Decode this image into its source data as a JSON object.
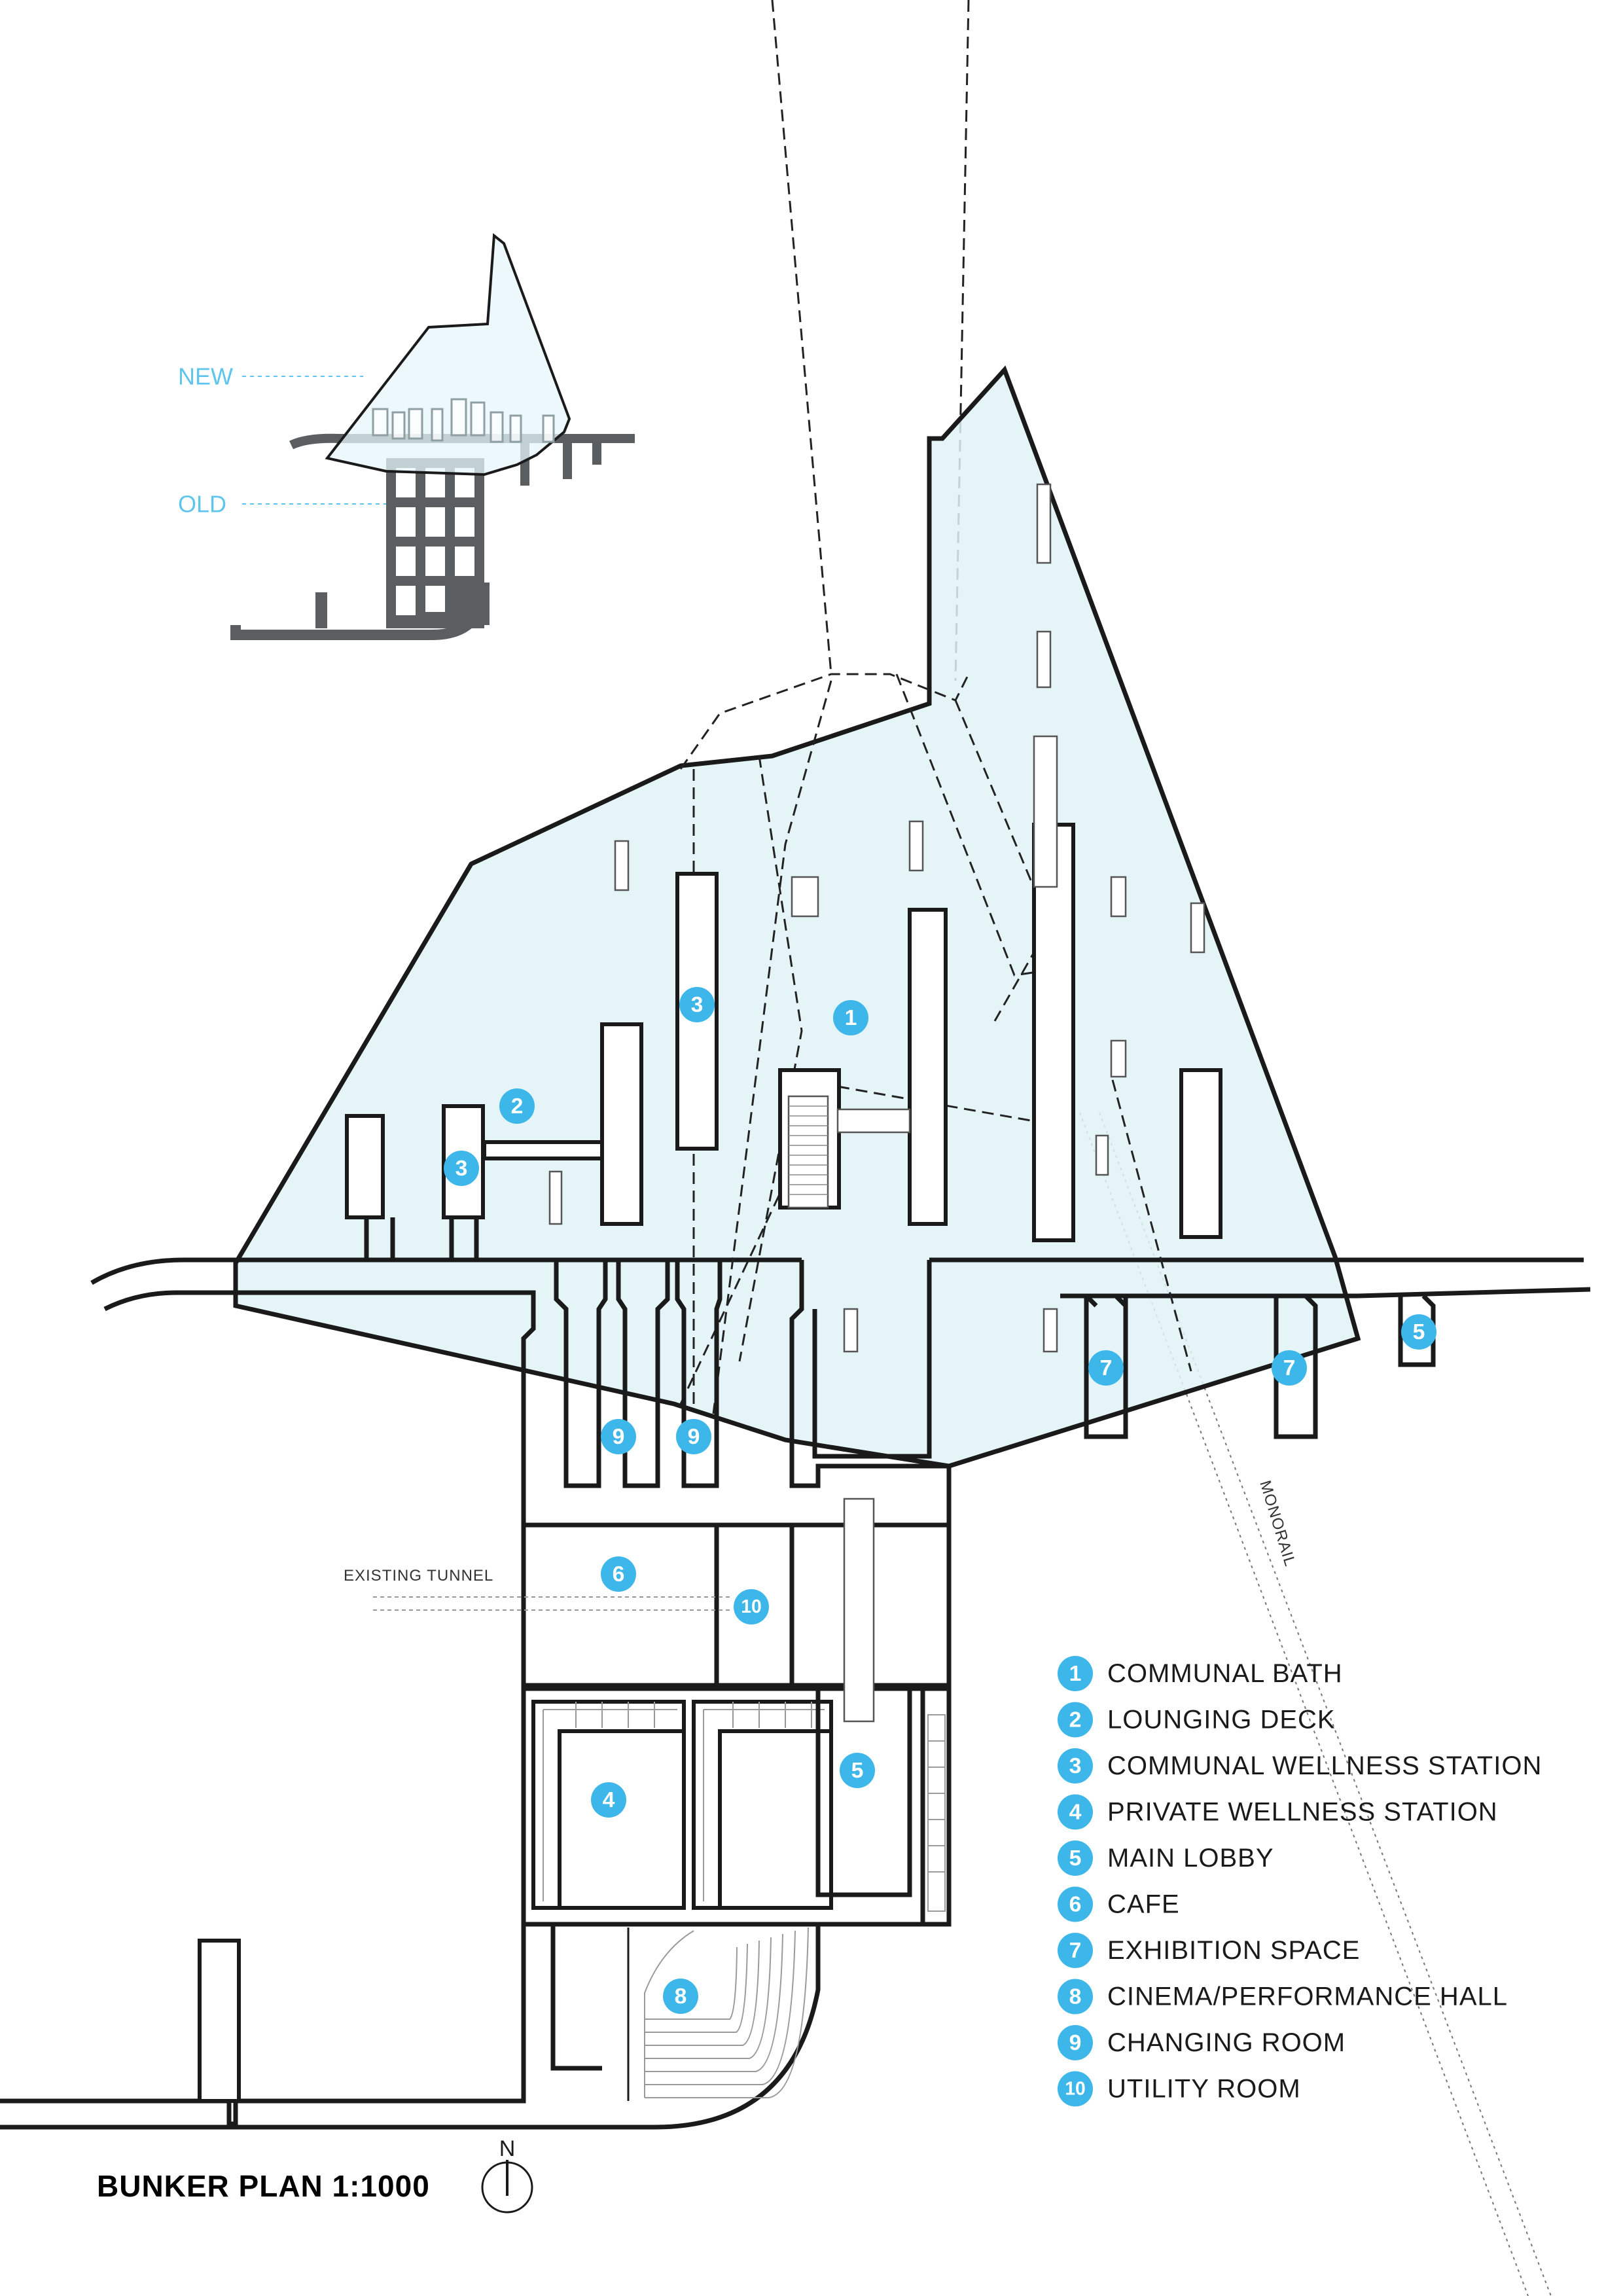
{
  "inset": {
    "new_label": "NEW",
    "old_label": "OLD"
  },
  "tunnel_label": "EXISTING TUNNEL",
  "monorail_label": "MONORAIL",
  "title": "BUNKER PLAN  1:1000",
  "north_label": "N",
  "colors": {
    "accent": "#3db6e9",
    "glass": "#dff2f6",
    "line": "#1a1a1a"
  },
  "plan_tags": [
    "1",
    "2",
    "3",
    "3",
    "5",
    "5",
    "6",
    "7",
    "7",
    "9",
    "9",
    "10",
    "4",
    "8"
  ],
  "legend": [
    {
      "num": "1",
      "label": "COMMUNAL BATH"
    },
    {
      "num": "2",
      "label": "LOUNGING DECK"
    },
    {
      "num": "3",
      "label": "COMMUNAL WELLNESS STATION"
    },
    {
      "num": "4",
      "label": "PRIVATE WELLNESS STATION"
    },
    {
      "num": "5",
      "label": "MAIN LOBBY"
    },
    {
      "num": "6",
      "label": "CAFE"
    },
    {
      "num": "7",
      "label": "EXHIBITION SPACE"
    },
    {
      "num": "8",
      "label": "CINEMA/PERFORMANCE HALL"
    },
    {
      "num": "9",
      "label": "CHANGING ROOM"
    },
    {
      "num": "10",
      "label": "UTILITY ROOM"
    }
  ]
}
